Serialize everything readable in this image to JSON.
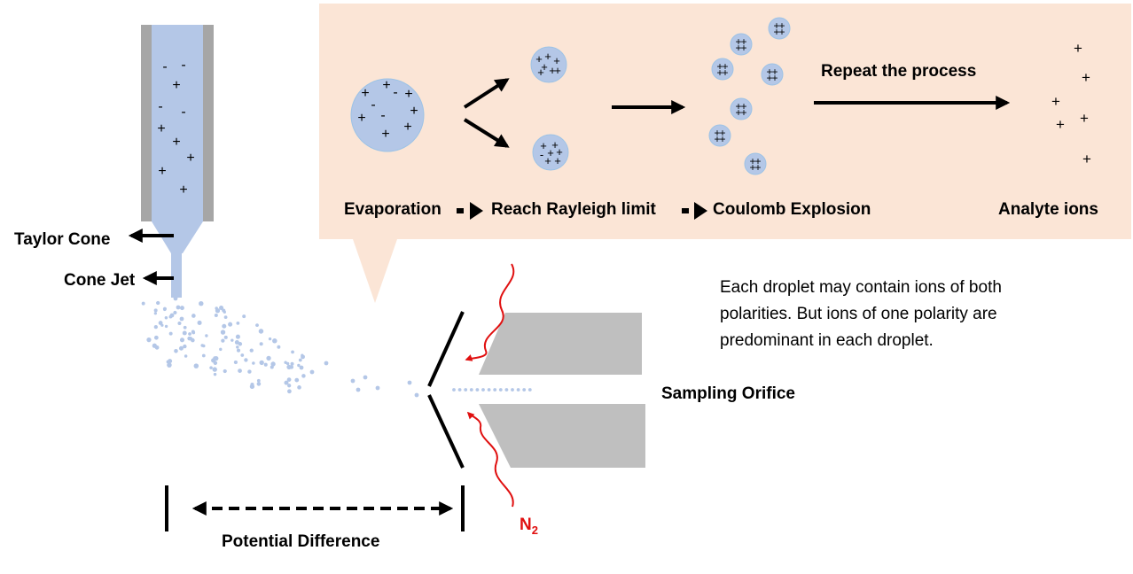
{
  "labels": {
    "taylor_cone": "Taylor Cone",
    "cone_jet": "Cone Jet",
    "sampling_orifice": "Sampling Orifice",
    "potential_difference": "Potential Difference",
    "n2_base": "N",
    "n2_sub": "2",
    "note_line1": "Each droplet may contain ions of both",
    "note_line2": "polarities. But ions of one polarity are",
    "note_line3": "predominant in each droplet."
  },
  "process": {
    "repeat": "Repeat the process",
    "step_evaporation": "Evaporation",
    "step_rayleigh": "Reach Rayleigh limit",
    "step_coulomb": "Coulomb Explosion",
    "step_analyte": "Analyte ions"
  },
  "symbols": {
    "plus": "+",
    "minus": "-"
  },
  "colors": {
    "callout_bg": "#fbe5d6",
    "droplet_fill": "#b4c7e7",
    "droplet_stroke": "#9dc3e6",
    "capillary_wall": "#a6a6a6",
    "orifice_gray": "#bfbfbf",
    "gas_red": "#e01010",
    "ink": "#000000"
  }
}
